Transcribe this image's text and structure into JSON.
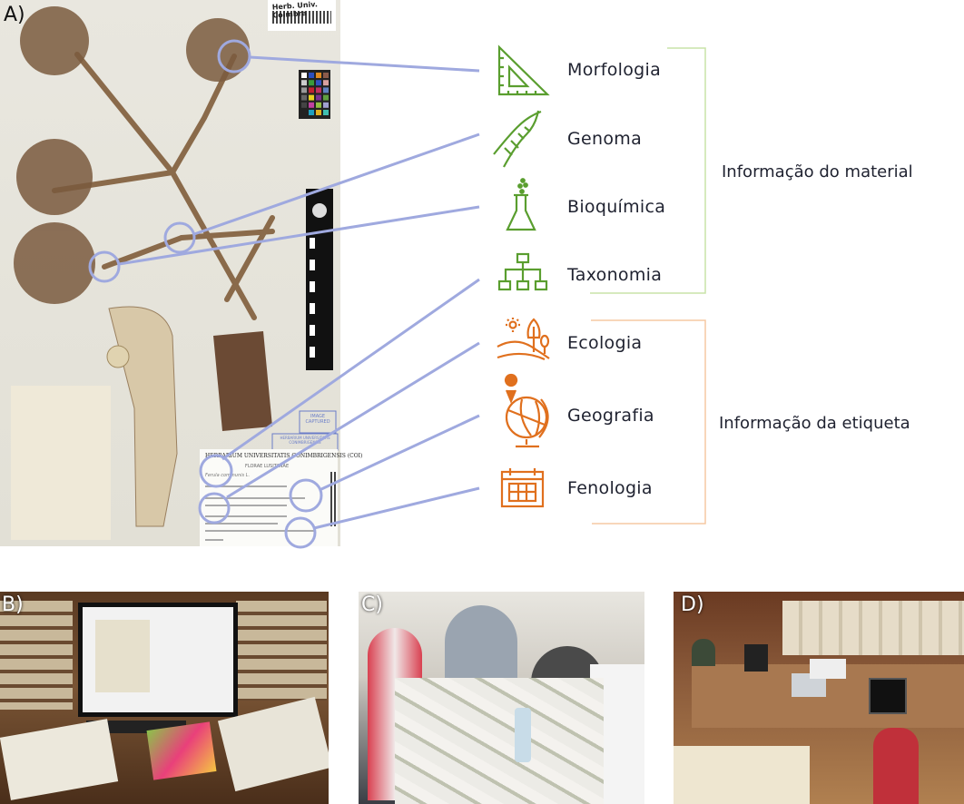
{
  "panels": {
    "a": "A)",
    "b": "B)",
    "c": "C)",
    "d": "D)"
  },
  "specimen": {
    "barcode_label": "Herb. Univ. Coimbra",
    "stamp_top": "IMAGE CAPTURED",
    "stamp_bottom": "HERBARIUM UNIVERSITATIS CONIMBRIGENSIS",
    "label_title": "HERBARIUM UNIVERSITATIS CONIMBRIGENSIS (COI)",
    "label_subtitle": "FLORAE LUSITANAE",
    "species": "Ferula communis L."
  },
  "categories": [
    {
      "label": "Morfologia",
      "icon": "set-square-icon",
      "color": "#5a9e2f"
    },
    {
      "label": "Genoma",
      "icon": "dna-icon",
      "color": "#5a9e2f"
    },
    {
      "label": "Bioquímica",
      "icon": "flask-icon",
      "color": "#5a9e2f"
    },
    {
      "label": "Taxonomia",
      "icon": "hierarchy-icon",
      "color": "#5a9e2f"
    },
    {
      "label": "Ecologia",
      "icon": "landscape-icon",
      "color": "#e0701e"
    },
    {
      "label": "Geografia",
      "icon": "globe-pin-icon",
      "color": "#e0701e"
    },
    {
      "label": "Fenologia",
      "icon": "calendar-icon",
      "color": "#e0701e"
    }
  ],
  "groups": {
    "material": "Informação do material",
    "label": "Informação da etiqueta"
  },
  "colors": {
    "connector": "#9fa9df",
    "green_bracket": "#c9e3a8",
    "orange_bracket": "#f5c9a3"
  }
}
